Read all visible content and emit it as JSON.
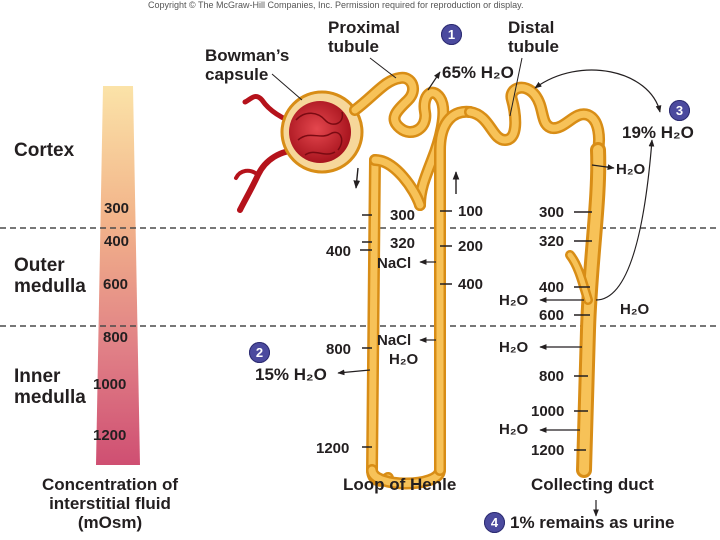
{
  "copyright": "Copyright © The McGraw-Hill Companies, Inc. Permission required for reproduction or display.",
  "zones": {
    "cortex": "Cortex",
    "outer_medulla": "Outer\nmedulla",
    "inner_medulla": "Inner\nmedulla"
  },
  "gradient": {
    "values": [
      "300",
      "400",
      "600",
      "800",
      "1000",
      "1200"
    ],
    "caption": "Concentration of\ninterstitial fluid\n(mOsm)",
    "colors": [
      "#fbe3a8",
      "#f2b48a",
      "#e07f86",
      "#cf4f72"
    ]
  },
  "structures": {
    "bowmans_capsule": "Bowman’s\ncapsule",
    "proximal_tubule": "Proximal\ntubule",
    "distal_tubule": "Distal\ntubule",
    "loop_of_henle": "Loop of Henle",
    "collecting_duct": "Collecting duct"
  },
  "steps": [
    {
      "number": "1",
      "text": "65% H₂O"
    },
    {
      "number": "2",
      "text": "15% H₂O"
    },
    {
      "number": "3",
      "text": "19% H₂O"
    },
    {
      "number": "4",
      "text": "1% remains as urine"
    }
  ],
  "descending_limb": [
    "300",
    "400",
    "320",
    "800",
    "1200"
  ],
  "ascending_limb": [
    "100",
    "200",
    "400"
  ],
  "loop_transport": {
    "nacl_upper": "NaCl",
    "nacl_lower": "NaCl",
    "water_lower": "H₂O"
  },
  "collecting_duct_values": [
    "300",
    "320",
    "400",
    "600",
    "800",
    "1000",
    "1200"
  ],
  "water_labels": {
    "cortex_duct": "H₂O",
    "outer_left": "H₂O",
    "outer_right": "H₂O",
    "inner_1": "H₂O",
    "inner_2": "H₂O"
  },
  "colors": {
    "tubule": "#f2b43c",
    "tubule_dark": "#d88d16",
    "capsule": "#b5121b",
    "badge": "#4b4a9e"
  }
}
